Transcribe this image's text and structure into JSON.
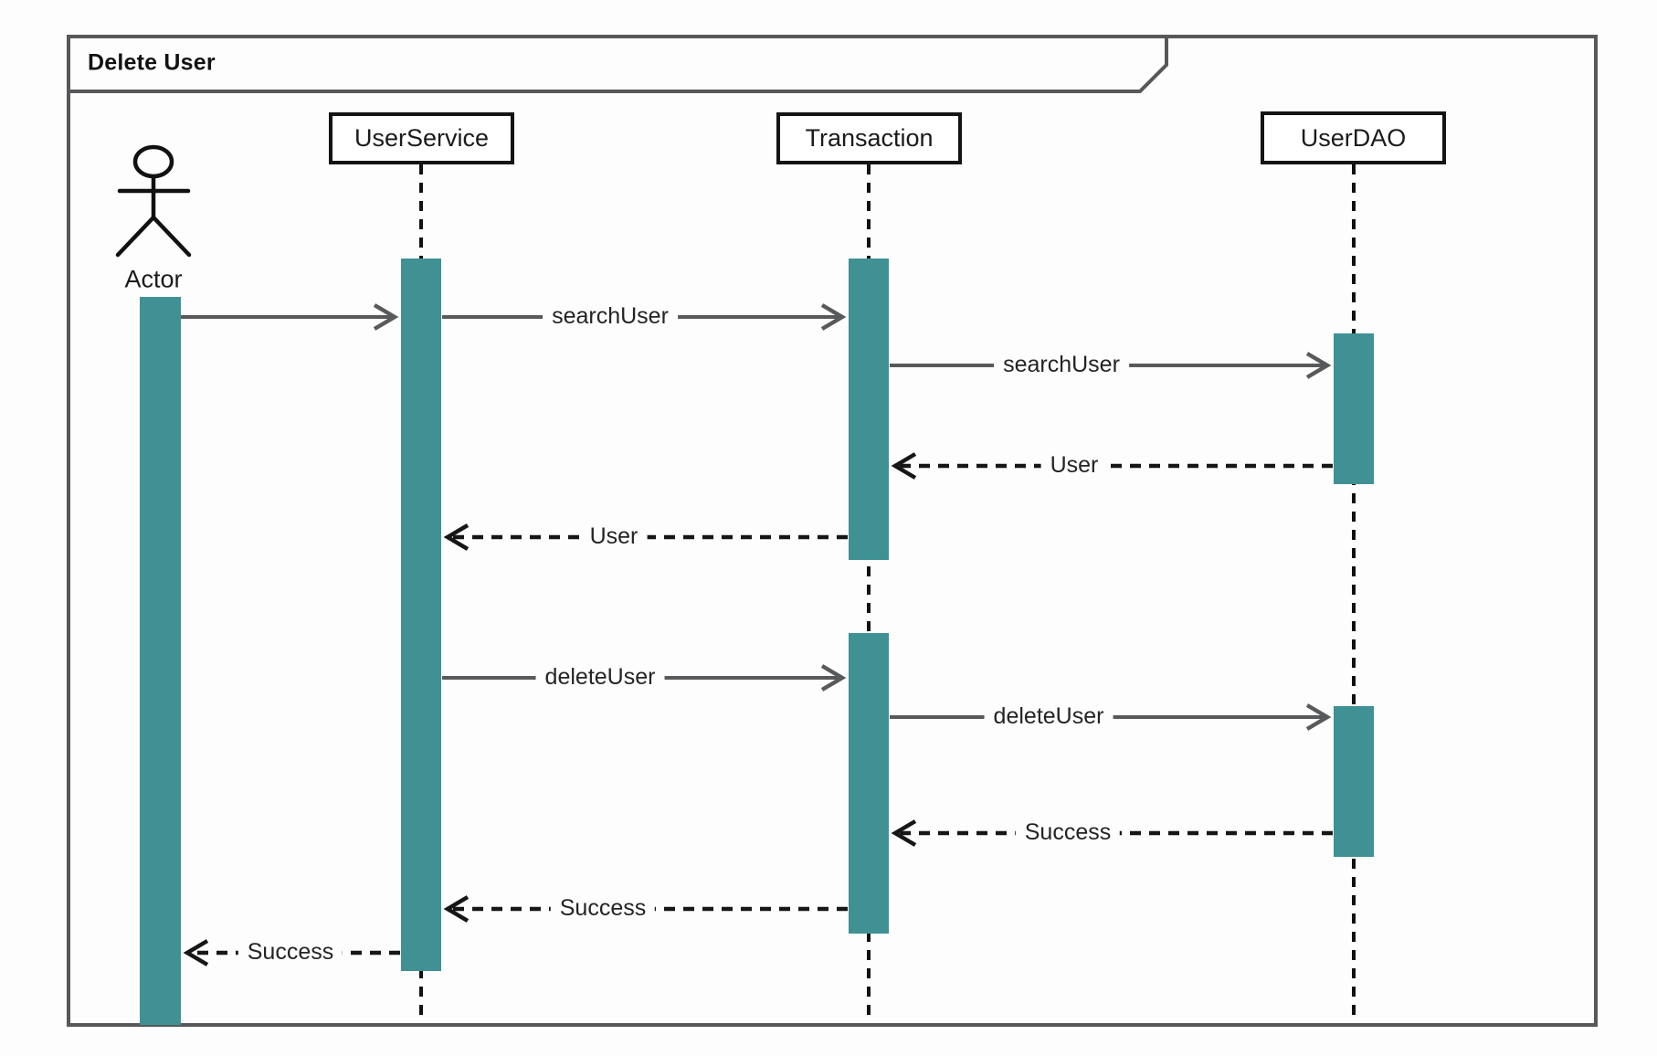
{
  "frame": {
    "title": "Delete User"
  },
  "diagram_type": "uml-sequence-diagram",
  "lifelines": [
    {
      "id": "actor",
      "label": "Actor",
      "kind": "actor"
    },
    {
      "id": "user-service",
      "label": "UserService",
      "kind": "object"
    },
    {
      "id": "transaction",
      "label": "Transaction",
      "kind": "object"
    },
    {
      "id": "user-dao",
      "label": "UserDAO",
      "kind": "object"
    }
  ],
  "messages": [
    {
      "from": "Actor",
      "to": "UserService",
      "label": "",
      "kind": "sync"
    },
    {
      "from": "UserService",
      "to": "Transaction",
      "label": "searchUser",
      "kind": "sync"
    },
    {
      "from": "Transaction",
      "to": "UserDAO",
      "label": "searchUser",
      "kind": "sync"
    },
    {
      "from": "UserDAO",
      "to": "Transaction",
      "label": "User",
      "kind": "return"
    },
    {
      "from": "Transaction",
      "to": "UserService",
      "label": "User",
      "kind": "return"
    },
    {
      "from": "UserService",
      "to": "Transaction",
      "label": "deleteUser",
      "kind": "sync"
    },
    {
      "from": "Transaction",
      "to": "UserDAO",
      "label": "deleteUser",
      "kind": "sync"
    },
    {
      "from": "UserDAO",
      "to": "Transaction",
      "label": "Success",
      "kind": "return"
    },
    {
      "from": "Transaction",
      "to": "UserService",
      "label": "Success",
      "kind": "return"
    },
    {
      "from": "UserService",
      "to": "Actor",
      "label": "Success",
      "kind": "return"
    }
  ],
  "colors": {
    "activation_fill": "#3f9193",
    "sync_arrow": "#58595b",
    "return_arrow": "#161616",
    "frame_border": "#57585a",
    "box_border": "#141414",
    "background": "#fdfdfd"
  }
}
